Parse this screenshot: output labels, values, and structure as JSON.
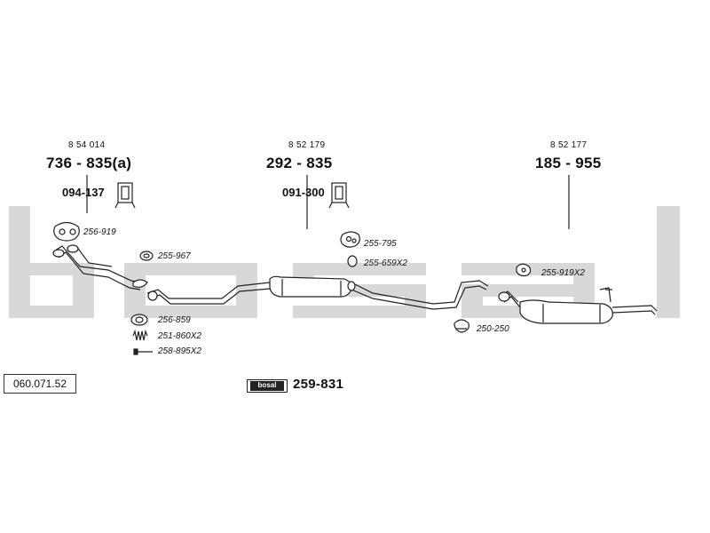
{
  "watermark": {
    "color": "#d8d8d8"
  },
  "groups": [
    {
      "ref": "8 54 014",
      "part": "736 - 835(a)",
      "sub": "094-137"
    },
    {
      "ref": "8 52 179",
      "part": "292 - 835",
      "sub": "091-300"
    },
    {
      "ref": "8 52 177",
      "part": "185 - 955"
    }
  ],
  "fittings": [
    {
      "code": "256-919"
    },
    {
      "code": "255-967"
    },
    {
      "code": "256-859"
    },
    {
      "code": "251-860X2"
    },
    {
      "code": "258-895X2"
    },
    {
      "code": "255-795"
    },
    {
      "code": "255-659X2"
    },
    {
      "code": "255-919X2"
    },
    {
      "code": "250-250"
    }
  ],
  "product_number": "060.071.52",
  "kit": {
    "brand": "bosal",
    "code": "259-831"
  }
}
